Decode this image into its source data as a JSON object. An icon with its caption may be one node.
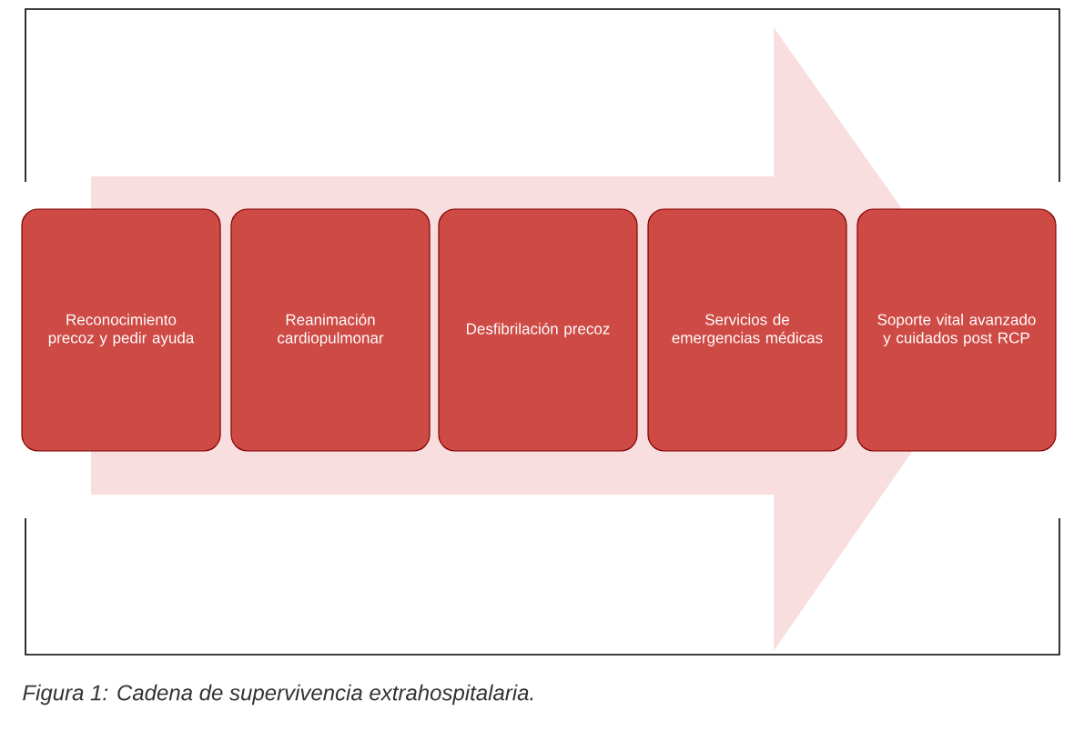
{
  "diagram": {
    "caption": "Figura 1: Cadena de supervivencia extrahospitalaria.",
    "nodes": [
      {
        "text": [
          "Reconocimiento precoz y pedir ayuda"
        ]
      },
      {
        "text": [
          "Reanimación cardiopulmonar"
        ]
      },
      {
        "text": [
          "Desfibrilación precoz"
        ]
      },
      {
        "text": [
          "Servicios de emergencias médicas"
        ]
      },
      {
        "text": [
          "Soporte vital avanzado y cuidados post RCP"
        ]
      }
    ],
    "edges": [
      {
        "from": 0,
        "to": 4,
        "arrow": "to"
      }
    ]
  }
}
